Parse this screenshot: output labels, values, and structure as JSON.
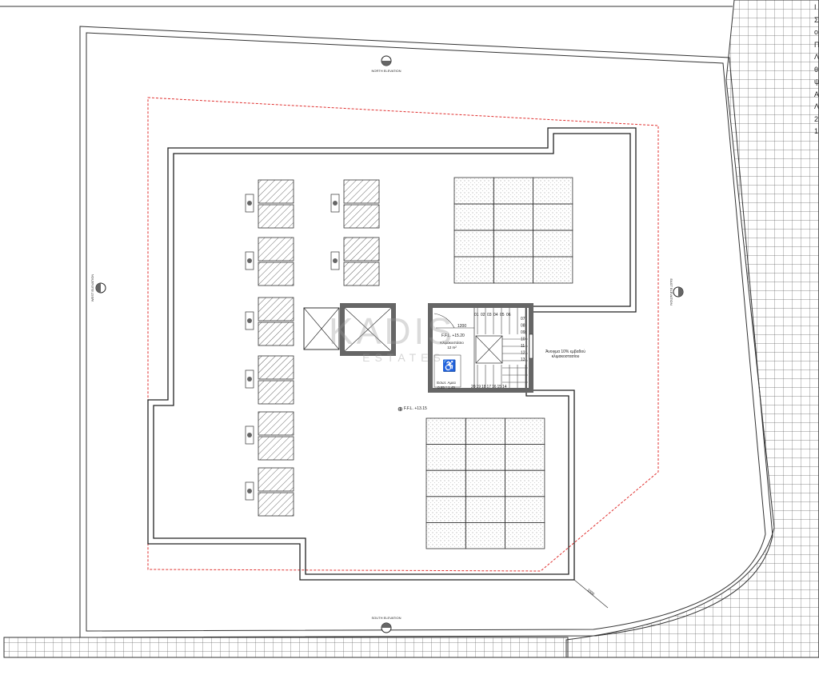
{
  "labels": {
    "north": "NORTH ELEVATION",
    "south": "SOUTH ELEVATION",
    "west": "WEST ELEVATION",
    "east": "EAST ELEVATION",
    "ffl_stair": "F.F.L. +15.20",
    "ffl_roof": "F.F.L. +13.15",
    "stair_room": "Κλιμακοστάσιο",
    "stair_area": "12 m²",
    "opening_1": "Άνοιγμα 10% εμβαδού",
    "opening_2": "κλιμακοστασίου",
    "access_1": "Εσωτ. Αμεα",
    "access_2": "0.85 * 1.45",
    "dim_door": "1200",
    "dim_edge": "1000"
  },
  "stair_steps_top": [
    "01",
    "02",
    "03",
    "04",
    "05",
    "06"
  ],
  "stair_steps_right": [
    "07",
    "08",
    "09",
    "10",
    "11",
    "12",
    "13"
  ],
  "stair_steps_bottom": [
    "20",
    "19",
    "18",
    "17",
    "16",
    "15",
    "14"
  ],
  "watermark": {
    "line1": "KADIS",
    "line2": "ESTATES"
  },
  "edge_letters": [
    "I",
    "Σ",
    "ο",
    "Π",
    "Λ",
    "θ",
    "ψ",
    "Α",
    "Λ",
    "2",
    "1"
  ],
  "colors": {
    "line": "#222222",
    "red": "#e0302f",
    "grid": "#555555"
  }
}
